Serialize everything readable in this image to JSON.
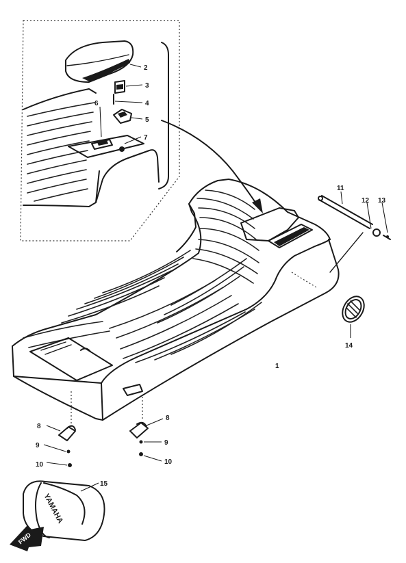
{
  "callouts": {
    "c1": "1",
    "c2": "2",
    "c3": "3",
    "c4": "4",
    "c5": "5",
    "c6": "6",
    "c7": "7",
    "c8a": "8",
    "c8b": "8",
    "c9a": "9",
    "c9b": "9",
    "c10a": "10",
    "c10b": "10",
    "c11": "11",
    "c12": "12",
    "c13": "13",
    "c14": "14",
    "c15": "15"
  },
  "brand": "YAMAHA",
  "fwd_arrow": "FWD",
  "colors": {
    "ink": "#1a1a1a",
    "paper": "#ffffff"
  }
}
